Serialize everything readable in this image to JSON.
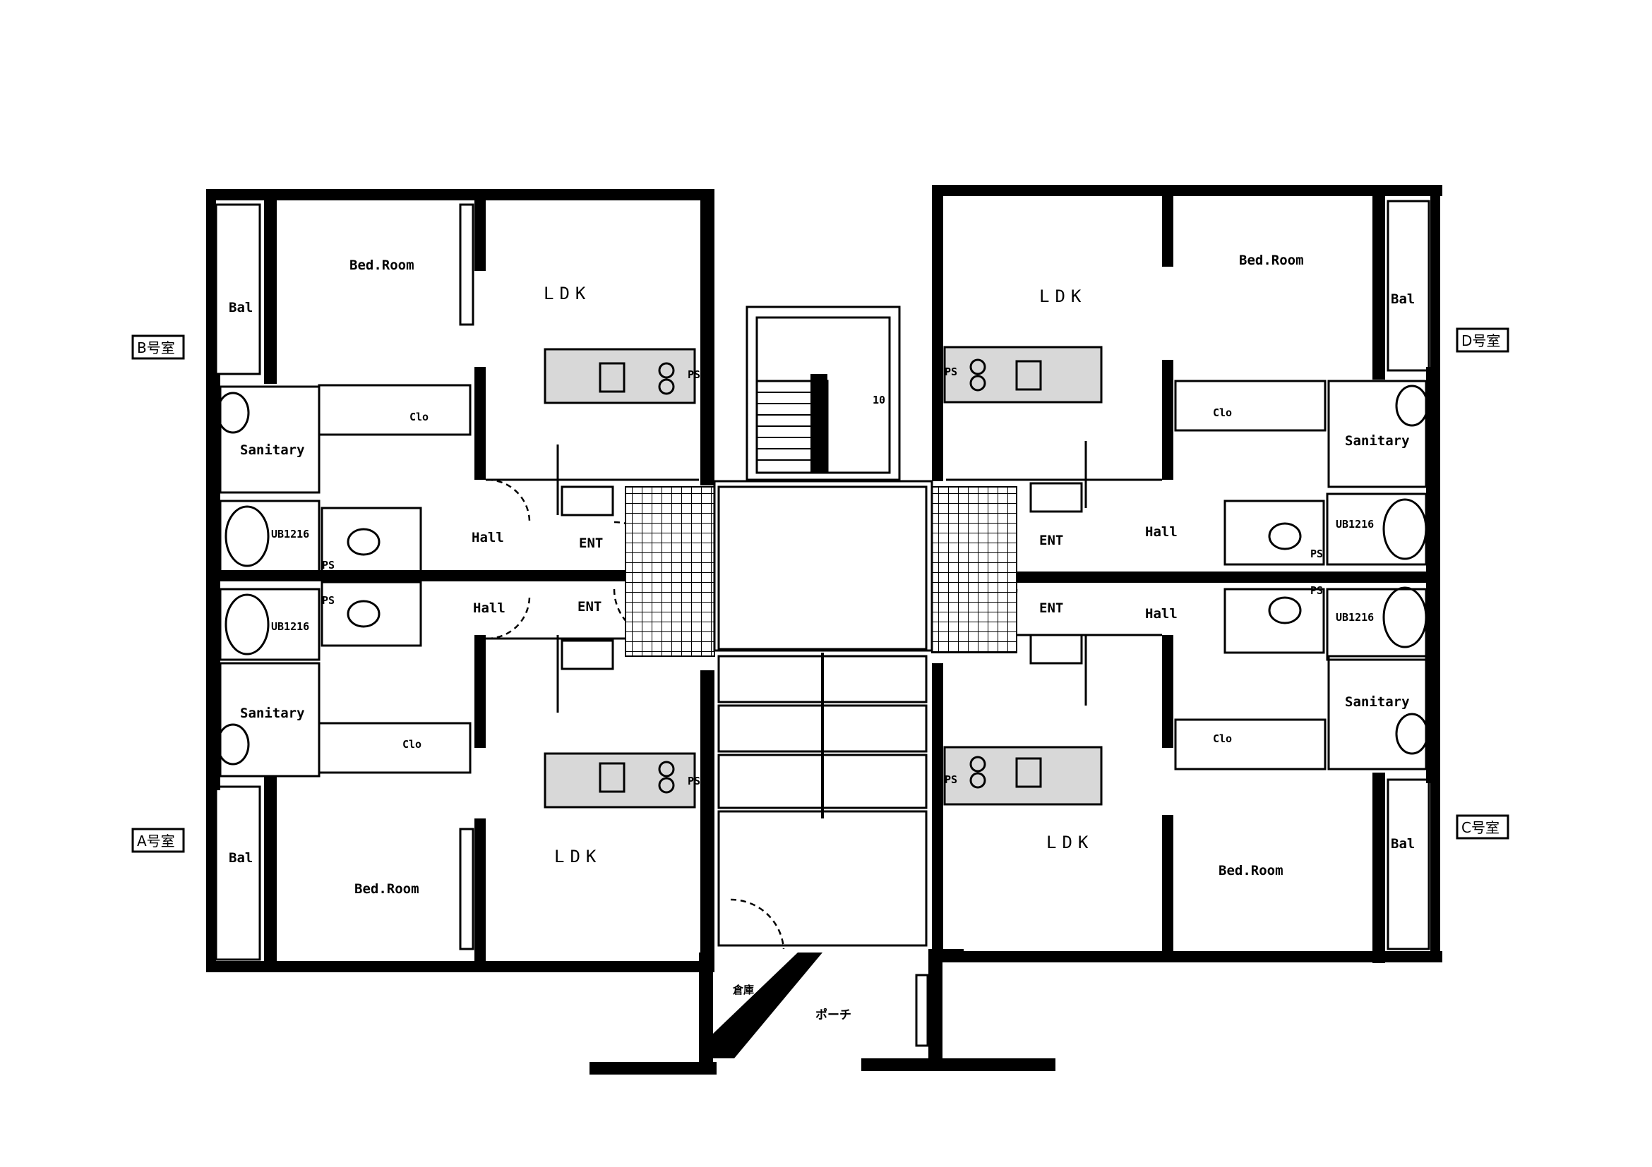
{
  "units": {
    "B": {
      "tag": "B号室",
      "bal": "Bal",
      "bed": "Bed.Room",
      "ldk": "LDK",
      "sanitary": "Sanitary",
      "bath": "UB1216",
      "hall": "Hall",
      "ent": "ENT",
      "clo": "Clo",
      "ps": "PS"
    },
    "A": {
      "tag": "A号室",
      "bal": "Bal",
      "bed": "Bed.Room",
      "ldk": "LDK",
      "sanitary": "Sanitary",
      "bath": "UB1216",
      "hall": "Hall",
      "ent": "ENT",
      "clo": "Clo",
      "ps": "PS"
    },
    "D": {
      "tag": "D号室",
      "bal": "Bal",
      "bed": "Bed.Room",
      "ldk": "LDK",
      "sanitary": "Sanitary",
      "bath": "UB1216",
      "hall": "Hall",
      "ent": "ENT",
      "clo": "Clo",
      "ps": "PS"
    },
    "C": {
      "tag": "C号室",
      "bal": "Bal",
      "bed": "Bed.Room",
      "ldk": "LDK",
      "sanitary": "Sanitary",
      "bath": "UB1216",
      "hall": "Hall",
      "ent": "ENT",
      "clo": "Clo",
      "ps": "PS"
    }
  },
  "common": {
    "storage": "倉庫",
    "porch": "ポーチ",
    "stair_mark": "10"
  }
}
